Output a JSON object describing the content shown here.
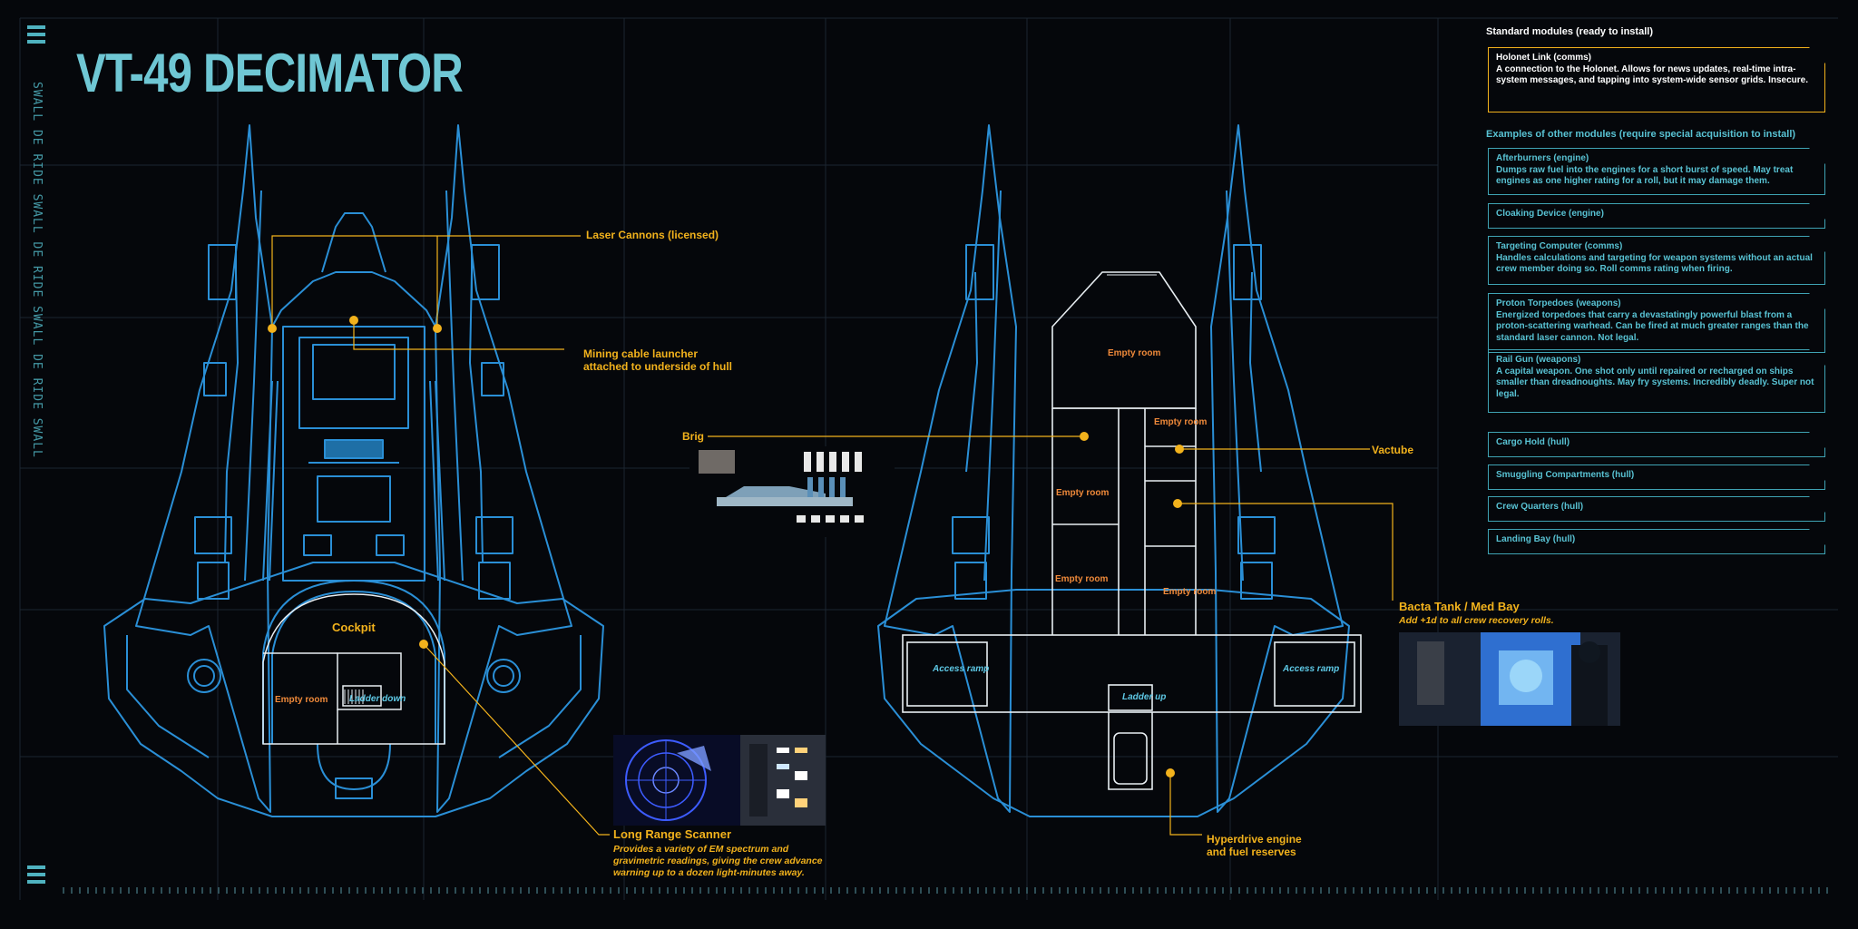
{
  "title": "VT-49 DECIMATOR",
  "side_code": "SWALL DE RIDE SWALL DE RIDE SWALL DE RIDE SWALL",
  "left_ship": {
    "callouts": {
      "laser_cannons": "Laser Cannons (licensed)",
      "mining_cable_1": "Mining cable launcher",
      "mining_cable_2": "attached to underside of hull",
      "cockpit": "Cockpit",
      "empty_room": "Empty room",
      "ladder_down": "Ladder down",
      "scanner_title": "Long Range Scanner",
      "scanner_desc_1": "Provides a variety of EM spectrum and",
      "scanner_desc_2": "gravimetric readings, giving the crew advance",
      "scanner_desc_3": "warning up to a dozen light-minutes away."
    }
  },
  "right_ship": {
    "callouts": {
      "brig": "Brig",
      "vactube": "Vactube",
      "bacta_title": "Bacta Tank / Med Bay",
      "bacta_desc": "Add +1d to all crew recovery rolls.",
      "hyperdrive_1": "Hyperdrive engine",
      "hyperdrive_2": "and fuel reserves",
      "access_ramp": "Access ramp",
      "ladder_up": "Ladder up",
      "empty_room": "Empty room"
    }
  },
  "panel": {
    "standard_heading": "Standard modules (ready to install)",
    "other_heading": "Examples of other modules (require special acquisition to install)",
    "standard_modules": [
      {
        "name": "Holonet Link (comms)",
        "desc": "A connection to the Holonet. Allows for news updates, real-time intra-system messages, and tapping into system-wide sensor grids. Insecure."
      }
    ],
    "other_modules": [
      {
        "name": "Afterburners (engine)",
        "desc": "Dumps raw fuel into the engines for a short burst of speed. May treat engines as one higher rating for a roll, but it may damage them."
      },
      {
        "name": "Cloaking Device (engine)",
        "desc": ""
      },
      {
        "name": "Targeting Computer (comms)",
        "desc": "Handles calculations and targeting for weapon systems without an actual crew member doing so. Roll comms rating when firing."
      },
      {
        "name": "Proton Torpedoes (weapons)",
        "desc": "Energized torpedoes that carry a devastatingly powerful blast from a proton-scattering warhead. Can be fired at much greater ranges than the standard laser cannon.  Not legal."
      },
      {
        "name": "Rail Gun (weapons)",
        "desc": "A capital weapon. One shot only until repaired or recharged on ships smaller than dreadnoughts. May fry systems. Incredibly deadly. Super not legal."
      },
      {
        "name": "Cargo Hold (hull)",
        "desc": ""
      },
      {
        "name": "Smuggling Compartments (hull)",
        "desc": ""
      },
      {
        "name": "Crew Quarters (hull)",
        "desc": ""
      },
      {
        "name": "Landing Bay (hull)",
        "desc": ""
      }
    ]
  },
  "colors": {
    "blueprint": "#2a8fd6",
    "accent": "#f2b21c",
    "title": "#6fc7d4",
    "panel": "#3fa3b4",
    "room_label": "#f08a3a"
  }
}
